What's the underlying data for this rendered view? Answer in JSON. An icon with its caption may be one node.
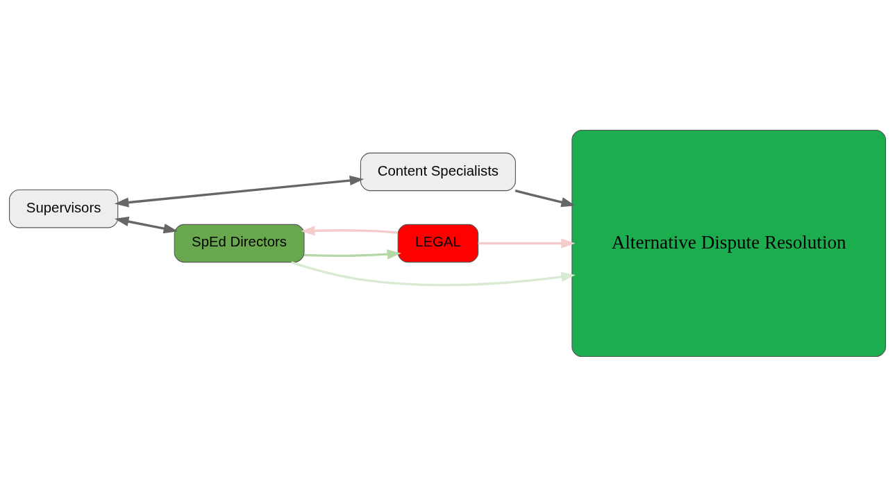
{
  "diagram": {
    "nodes": [
      {
        "text": [
          "Supervisors"
        ]
      },
      {
        "text": [
          "Content Specialists"
        ]
      },
      {
        "text": [
          "SpEd Directors"
        ]
      },
      {
        "text": [
          "LEGAL"
        ]
      },
      {
        "text": [
          "Alternative Dispute Resolution"
        ]
      }
    ],
    "edges": [
      {
        "from": 0,
        "to": 1,
        "arrow": "both"
      },
      {
        "from": 0,
        "to": 2,
        "arrow": "both"
      },
      {
        "from": 1,
        "to": 4,
        "arrow": "to"
      },
      {
        "from": 2,
        "to": 4,
        "arrow": "to",
        "color": "#d9ead3"
      },
      {
        "from": 3,
        "to": 2,
        "arrow": "to",
        "color": "#f4cccc"
      },
      {
        "from": 3,
        "to": 4,
        "arrow": "to",
        "color": "#f4cccc"
      },
      {
        "from": 2,
        "to": 3,
        "arrow": "to",
        "color": "#b6d7a8"
      }
    ]
  }
}
